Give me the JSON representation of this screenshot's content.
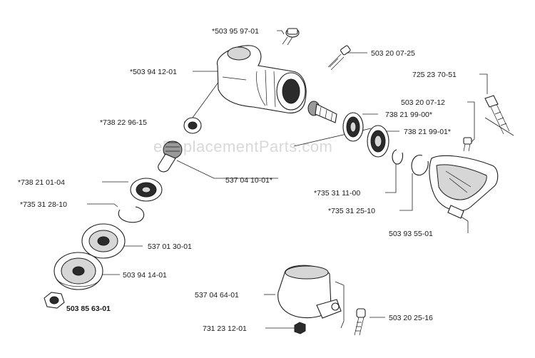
{
  "watermark": "eReplacementParts.com",
  "labels": {
    "p_503959701": "*503 95 97-01",
    "p_503200725": "503 20 07-25",
    "p_503941201": "*503 94 12-01",
    "p_725237051": "725 23 70-51",
    "p_503200712": "503 20 07-12",
    "p_738219900": "738 21 99-00*",
    "p_738229615": "*738 22 96-15",
    "p_738219901": "738 21 99-01*",
    "p_537041001": "537 04 10-01*",
    "p_738210104": "*738 21 01-04",
    "p_735311100": "*735 31 11-00",
    "p_735312810": "*735 31 28-10",
    "p_735312510": "*735 31 25-10",
    "p_503935501": "503 93 55-01",
    "p_537013001": "537 01 30-01",
    "p_503941401": "503 94 14-01",
    "p_503856301": "503 85 63-01",
    "p_537046401": "537 04 64-01",
    "p_503202516": "503 20 25-16",
    "p_731231201": "731 23 12-01"
  }
}
